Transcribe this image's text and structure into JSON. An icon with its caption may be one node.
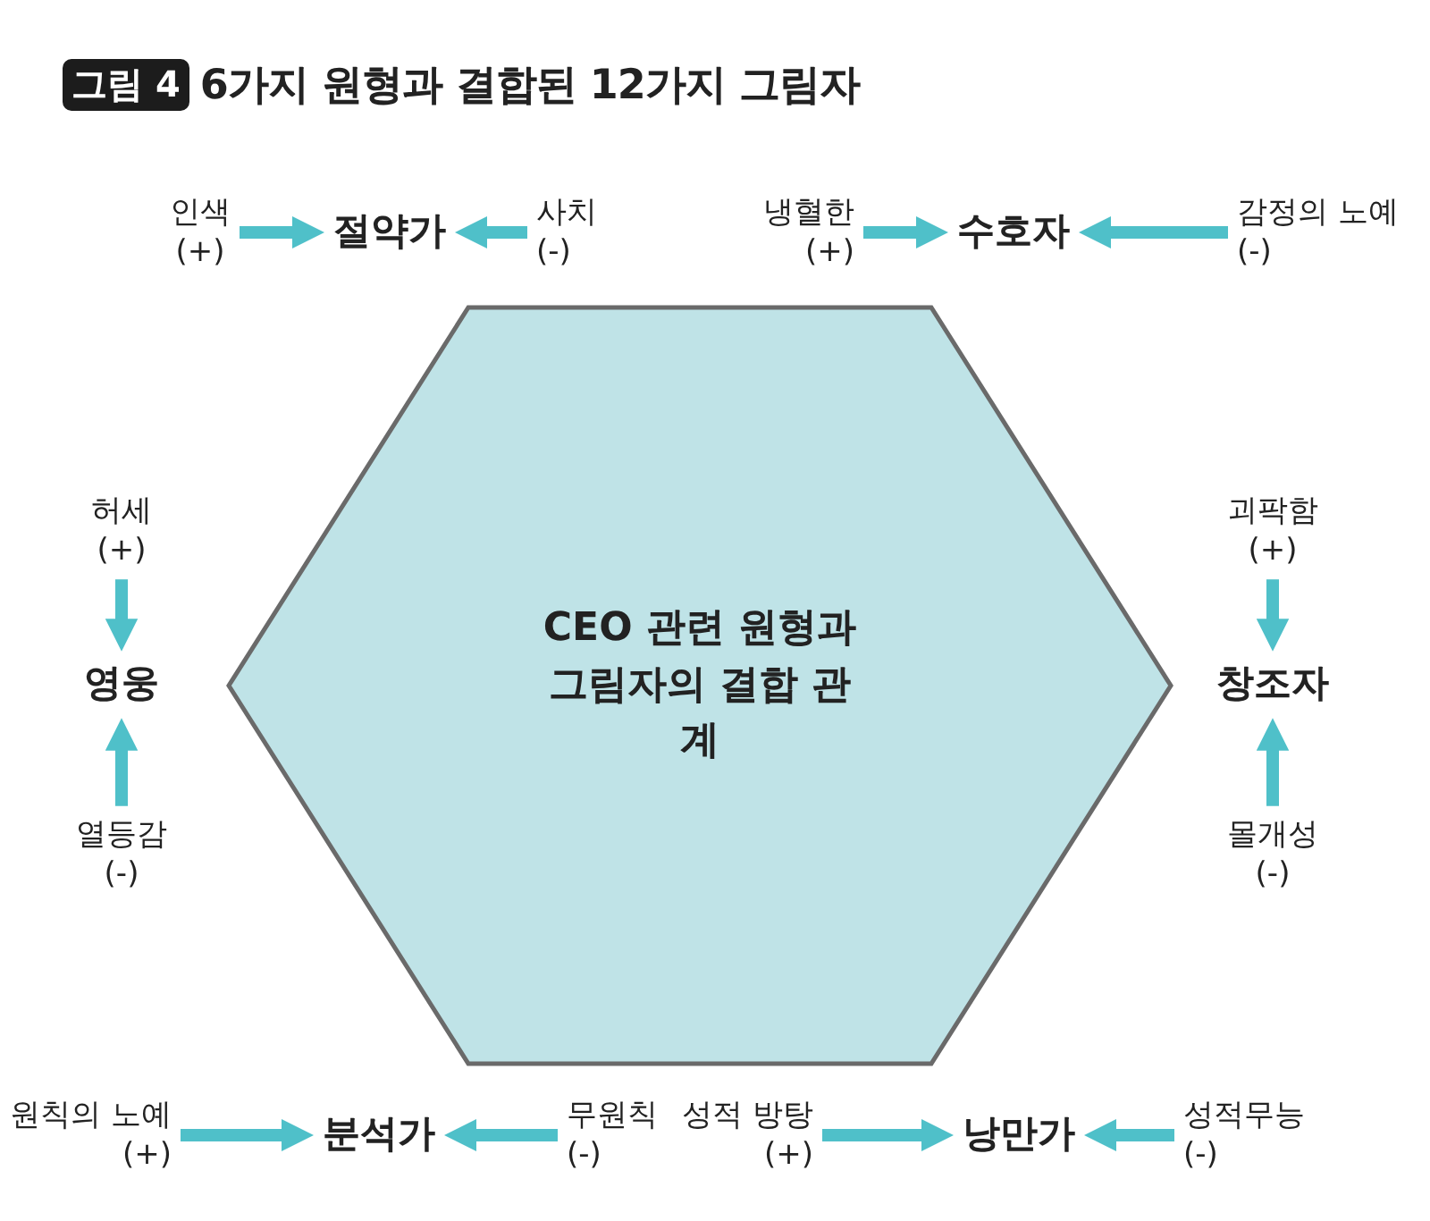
{
  "diagram": {
    "title": "6가지 원형과 결합된 12가지 그림자",
    "labels": [
      "그림 4"
    ],
    "nodes": [
      {
        "text": [
          "CEO 관련 원형과 그림자의 결합 관계"
        ]
      },
      {
        "text": [
          "인색 (+)"
        ]
      },
      {
        "text": [
          "절약가"
        ]
      },
      {
        "text": [
          "사치 (-)"
        ]
      },
      {
        "text": [
          "냉혈한 (+)"
        ]
      },
      {
        "text": [
          "수호자"
        ]
      },
      {
        "text": [
          "감정의 노예 (-)"
        ]
      },
      {
        "text": [
          "허세 (+)"
        ]
      },
      {
        "text": [
          "괴팍함 (+)"
        ]
      },
      {
        "text": [
          "영웅"
        ]
      },
      {
        "text": [
          "창조자"
        ]
      },
      {
        "text": [
          "열등감 (-)"
        ]
      },
      {
        "text": [
          "몰개성 (-)"
        ]
      },
      {
        "text": [
          "원칙의 노예 (+)"
        ]
      },
      {
        "text": [
          "분석가"
        ]
      },
      {
        "text": [
          "무원칙 (-)"
        ]
      },
      {
        "text": [
          "성적 방탕 (+)"
        ]
      },
      {
        "text": [
          "낭만가"
        ]
      },
      {
        "text": [
          "성적무능 (-)"
        ]
      }
    ],
    "edges": [
      {
        "from": 1,
        "to": 2,
        "arrow": "to"
      },
      {
        "from": 3,
        "to": 2,
        "arrow": "to"
      },
      {
        "from": 4,
        "to": 5,
        "arrow": "to"
      },
      {
        "from": 6,
        "to": 5,
        "arrow": "to"
      },
      {
        "from": 7,
        "to": 9,
        "arrow": "to"
      },
      {
        "from": 11,
        "to": 9,
        "arrow": "to"
      },
      {
        "from": 8,
        "to": 10,
        "arrow": "to"
      },
      {
        "from": 12,
        "to": 10,
        "arrow": "to"
      },
      {
        "from": 13,
        "to": 14,
        "arrow": "to"
      },
      {
        "from": 15,
        "to": 14,
        "arrow": "to"
      },
      {
        "from": 16,
        "to": 17,
        "arrow": "to"
      },
      {
        "from": 18,
        "to": 17,
        "arrow": "to"
      }
    ]
  }
}
